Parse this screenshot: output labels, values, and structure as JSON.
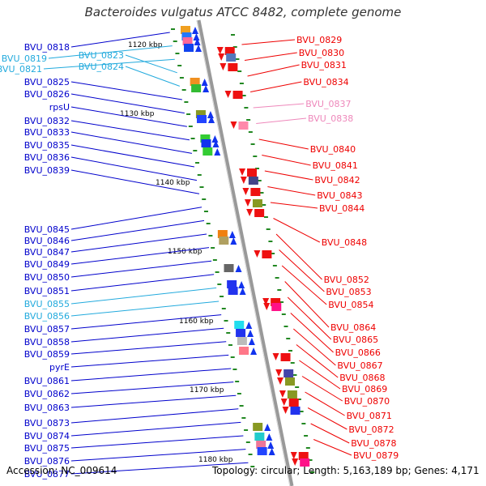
{
  "title": "Bacteroides vulgatus ATCC 8482, complete genome",
  "footer": {
    "accession": "Accession: NC_009614",
    "topology": "Topology: circular; Length: 5,163,189 bp; Genes: 4,171"
  },
  "colors": {
    "forward_label": "#0000cc",
    "forward_light": "#22aadd",
    "reverse_label": "#ee0000",
    "reverse_light": "#ee88bb",
    "tick": "#228822",
    "axis": "#999999"
  },
  "kbp_marks": [
    "1120 kbp",
    "1130 kbp",
    "1140 kbp",
    "1150 kbp",
    "1160 kbp",
    "1170 kbp",
    "1180 kbp"
  ],
  "left_labels": [
    {
      "text": "BVU_0818",
      "light": false
    },
    {
      "text": "BVU_0819",
      "light": true
    },
    {
      "text": "BVU_0821",
      "light": true
    },
    {
      "text": "BVU_0823",
      "light": true
    },
    {
      "text": "BVU_0824",
      "light": true
    },
    {
      "text": "BVU_0825",
      "light": false
    },
    {
      "text": "BVU_0826",
      "light": false
    },
    {
      "text": "rpsU",
      "light": false
    },
    {
      "text": "BVU_0832",
      "light": false
    },
    {
      "text": "BVU_0833",
      "light": false
    },
    {
      "text": "BVU_0835",
      "light": false
    },
    {
      "text": "BVU_0836",
      "light": false
    },
    {
      "text": "BVU_0839",
      "light": false
    },
    {
      "text": "BVU_0845",
      "light": false
    },
    {
      "text": "BVU_0846",
      "light": false
    },
    {
      "text": "BVU_0847",
      "light": false
    },
    {
      "text": "BVU_0849",
      "light": false
    },
    {
      "text": "BVU_0850",
      "light": false
    },
    {
      "text": "BVU_0851",
      "light": false
    },
    {
      "text": "BVU_0855",
      "light": true
    },
    {
      "text": "BVU_0856",
      "light": true
    },
    {
      "text": "BVU_0857",
      "light": false
    },
    {
      "text": "BVU_0858",
      "light": false
    },
    {
      "text": "BVU_0859",
      "light": false
    },
    {
      "text": "pyrE",
      "light": false
    },
    {
      "text": "BVU_0861",
      "light": false
    },
    {
      "text": "BVU_0862",
      "light": false
    },
    {
      "text": "BVU_0863",
      "light": false
    },
    {
      "text": "BVU_0873",
      "light": false
    },
    {
      "text": "BVU_0874",
      "light": false
    },
    {
      "text": "BVU_0875",
      "light": false
    },
    {
      "text": "BVU_0876",
      "light": false
    },
    {
      "text": "BVU_0877",
      "light": false
    }
  ],
  "right_labels": [
    {
      "text": "BVU_0829",
      "light": false
    },
    {
      "text": "BVU_0830",
      "light": false
    },
    {
      "text": "BVU_0831",
      "light": false
    },
    {
      "text": "BVU_0834",
      "light": false
    },
    {
      "text": "BVU_0837",
      "light": true
    },
    {
      "text": "BVU_0838",
      "light": true
    },
    {
      "text": "BVU_0840",
      "light": false
    },
    {
      "text": "BVU_0841",
      "light": false
    },
    {
      "text": "BVU_0842",
      "light": false
    },
    {
      "text": "BVU_0843",
      "light": false
    },
    {
      "text": "BVU_0844",
      "light": false
    },
    {
      "text": "BVU_0848",
      "light": false
    },
    {
      "text": "BVU_0852",
      "light": false
    },
    {
      "text": "BVU_0853",
      "light": false
    },
    {
      "text": "BVU_0854",
      "light": false
    },
    {
      "text": "BVU_0864",
      "light": false
    },
    {
      "text": "BVU_0865",
      "light": false
    },
    {
      "text": "BVU_0866",
      "light": false
    },
    {
      "text": "BVU_0867",
      "light": false
    },
    {
      "text": "BVU_0868",
      "light": false
    },
    {
      "text": "BVU_0869",
      "light": false
    },
    {
      "text": "BVU_0870",
      "light": false
    },
    {
      "text": "BVU_0871",
      "light": false
    },
    {
      "text": "BVU_0872",
      "light": false
    },
    {
      "text": "BVU_0878",
      "light": false
    },
    {
      "text": "BVU_0879",
      "light": false
    }
  ]
}
